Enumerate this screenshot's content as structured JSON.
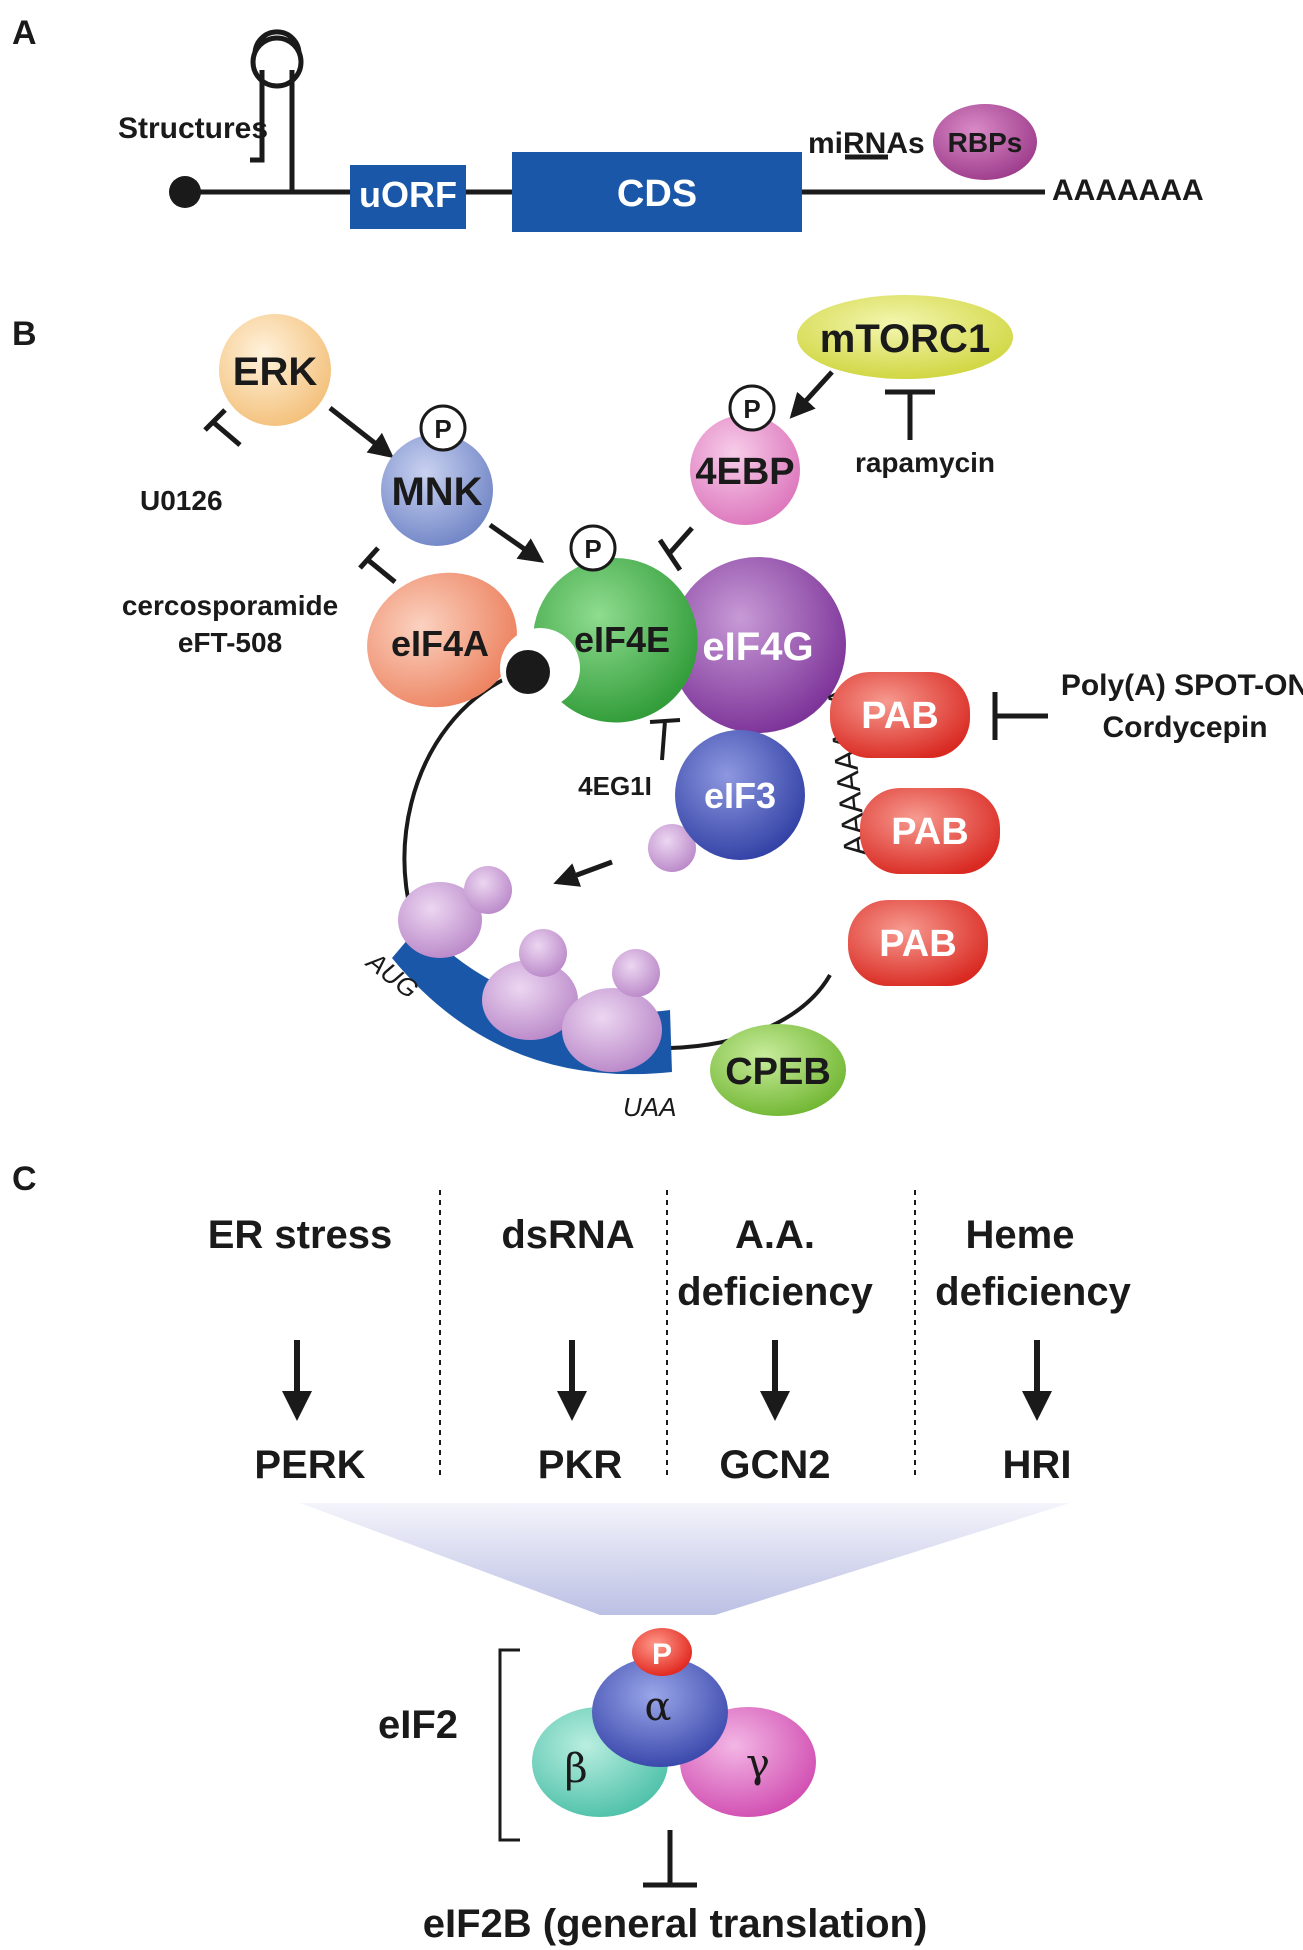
{
  "panels": {
    "a": "A",
    "b": "B",
    "c": "C"
  },
  "panel_a": {
    "structures": "Structures",
    "uorf": "uORF",
    "cds": "CDS",
    "mirnas": "miRNAs",
    "rbps": "RBPs",
    "polya": "AAAAAAA"
  },
  "panel_b": {
    "erk": "ERK",
    "mnk": "MNK",
    "p": "P",
    "u0126": "U0126",
    "cercosporamide": "cercosporamide",
    "eft508": "eFT-508",
    "mtorc1": "mTORC1",
    "rapamycin": "rapamycin",
    "ebp": "4EBP",
    "eif4a": "eIF4A",
    "eif4e": "eIF4E",
    "eif4g": "eIF4G",
    "eif3": "eIF3",
    "egi": "4EG1I",
    "pab": "PAB",
    "polya_spot": "Poly(A) SPOT-ON",
    "cordycepin": "Cordycepin",
    "cpeb": "CPEB",
    "aug": "AUG",
    "uaa": "UAA",
    "tail": "AAAAAAAA"
  },
  "panel_c": {
    "columns": [
      {
        "stress": [
          "ER stress"
        ],
        "kinase": "PERK"
      },
      {
        "stress": [
          "dsRNA"
        ],
        "kinase": "PKR"
      },
      {
        "stress": [
          "A.A.",
          "deficiency"
        ],
        "kinase": "GCN2"
      },
      {
        "stress": [
          "Heme",
          "deficiency"
        ],
        "kinase": "HRI"
      }
    ],
    "eif2": "eIF2",
    "p": "P",
    "alpha": "α",
    "beta": "β",
    "gamma": "γ",
    "eif2b": "eIF2B (general translation)"
  },
  "colors": {
    "cds_blue": "#1b57a8",
    "erk": "#f5c98a",
    "mnk": "#7f93cf",
    "mtorc1": "#dde35a",
    "ebp": "#e48cc8",
    "eif4a": "#ef8f70",
    "eif4e": "#3fa846",
    "eif4g": "#8a3fa6",
    "eif3": "#3a48b0",
    "pab": "#e23b33",
    "cpeb": "#7ec23f",
    "ribosome": "#c79bd3",
    "rbps": "#b04a9c"
  }
}
